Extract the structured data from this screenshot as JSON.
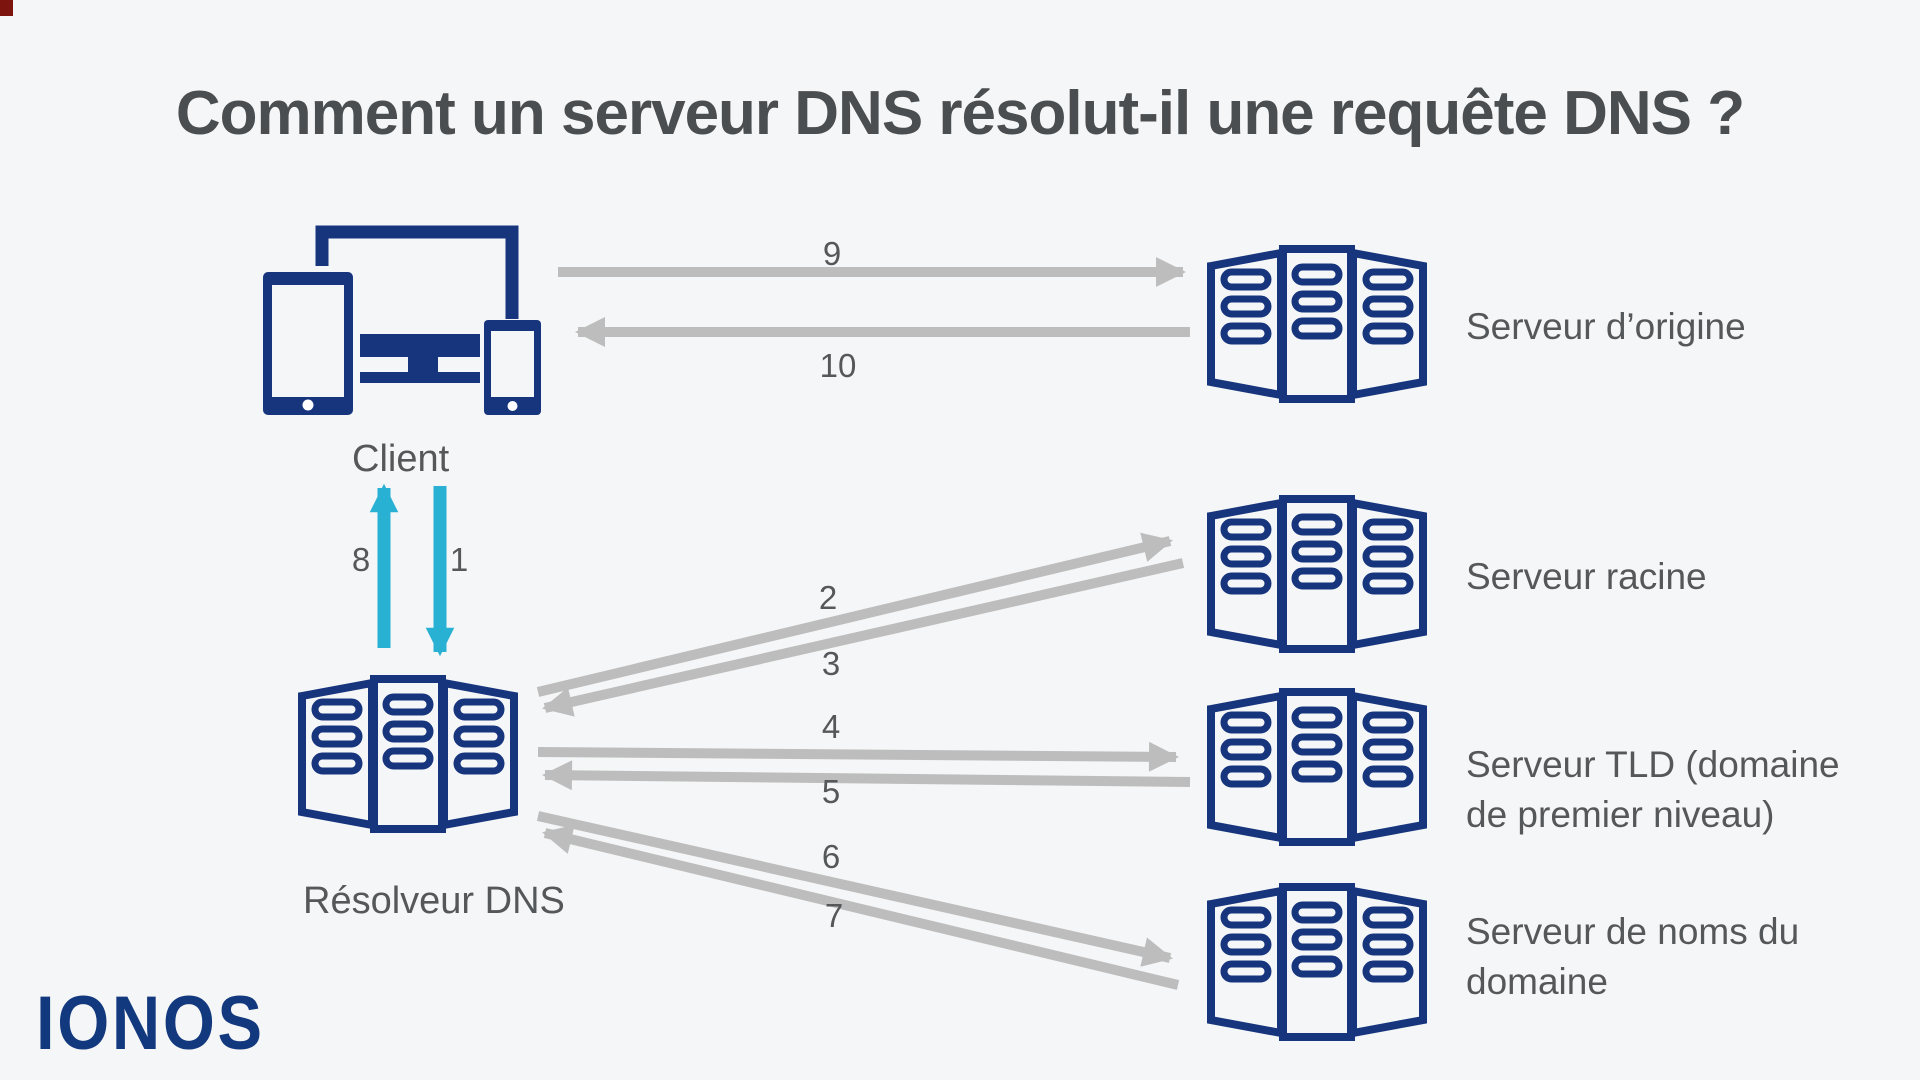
{
  "title": "Comment un serveur DNS résolut-il une requête DNS ?",
  "brand": {
    "logo": "IONOS"
  },
  "client": {
    "label": "Client"
  },
  "resolver": {
    "label": "Résolveur DNS"
  },
  "servers": [
    {
      "label": "Serveur d’origine"
    },
    {
      "label": "Serveur racine"
    },
    {
      "label": "Serveur TLD (domaine de premier niveau)"
    },
    {
      "label": "Serveur de noms du domaine"
    }
  ],
  "steps": [
    "1",
    "2",
    "3",
    "4",
    "5",
    "6",
    "7",
    "8",
    "9",
    "10"
  ],
  "colors": {
    "navy": "#17357d",
    "cyan": "#29b1d4",
    "arrow_gray": "#bdbdbd",
    "text_gray": "#55585a",
    "title_gray": "#4b4e50",
    "background": "#f5f6f7",
    "logo_blue": "#12387e",
    "corner_mark": "#7d150e"
  }
}
